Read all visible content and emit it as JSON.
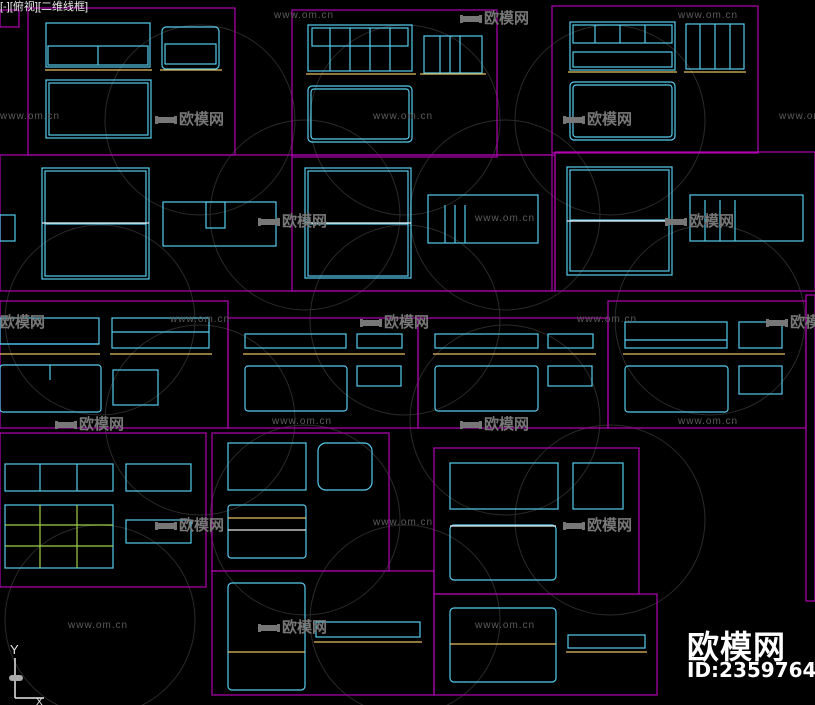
{
  "viewport": {
    "label": "[-][俯视][二维线框]"
  },
  "watermark": {
    "url_text": "www.om.cn",
    "brand_text": "欧模网"
  },
  "brand": {
    "name": "欧模网",
    "id_text": "ID:2359764"
  },
  "ucs": {
    "y_label": "Y",
    "x_label": "X"
  },
  "colors": {
    "background": "#000000",
    "frame": "#b000b0",
    "drawing": "#55ccee",
    "accent": "#e6c060",
    "white_line": "#e8e8e8",
    "green_line": "#9ecf4a"
  }
}
